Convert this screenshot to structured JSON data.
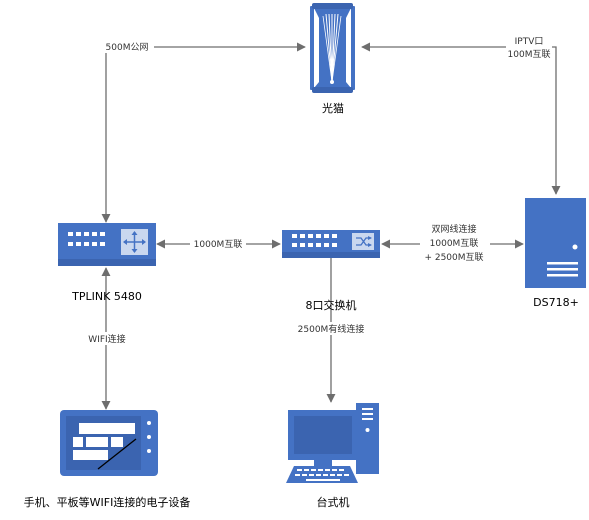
{
  "colors": {
    "device_fill": "#4472C4",
    "device_dark": "#3B64B0",
    "port_fill": "#FFFFFF",
    "edge_color": "#6E6E6E",
    "accent_panel": "#C9D7EF"
  },
  "nodes": {
    "modem": {
      "label": "光猫",
      "icon": "optical-modem-icon"
    },
    "router": {
      "label": "TPLINK 5480",
      "icon": "router-icon"
    },
    "switch": {
      "label": "8口交换机",
      "icon": "network-switch-icon"
    },
    "nas": {
      "label": "DS718+",
      "icon": "nas-server-icon"
    },
    "tablet": {
      "label": "手机、平板等WIFI连接的电子设备",
      "icon": "tablet-icon"
    },
    "desktop": {
      "label": "台式机",
      "icon": "desktop-computer-icon"
    }
  },
  "edges": {
    "modem_router": {
      "label": "500M公网"
    },
    "modem_nas": {
      "label_line1": "IPTV口",
      "label_line2": "100M互联"
    },
    "router_switch": {
      "label": "1000M互联"
    },
    "switch_nas": {
      "label_line1": "双网线连接",
      "label_line2": "1000M互联",
      "label_line3": "+ 2500M互联"
    },
    "router_tablet": {
      "label": "WIFI连接"
    },
    "switch_desktop": {
      "label": "2500M有线连接"
    }
  }
}
